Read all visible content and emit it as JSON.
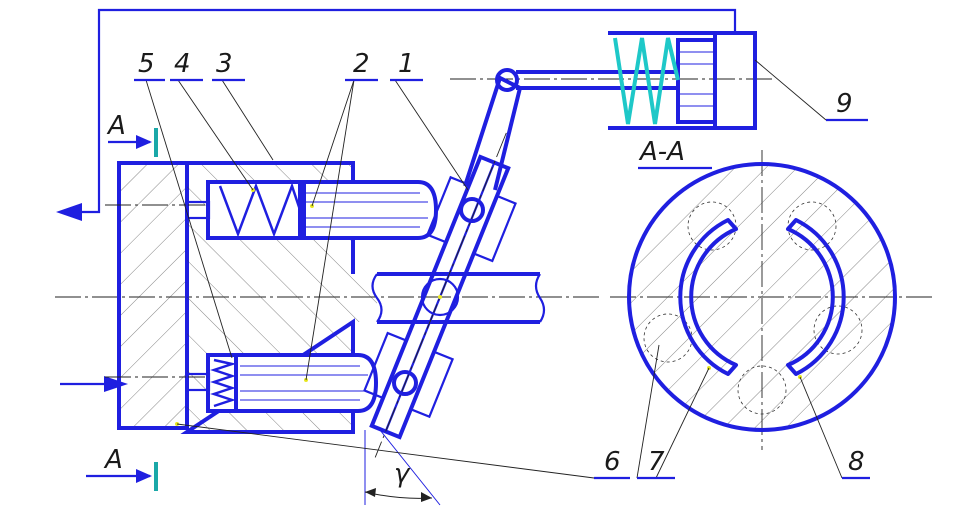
{
  "labels": {
    "l1": "1",
    "l2": "2",
    "l3": "3",
    "l4": "4",
    "l5": "5",
    "l6": "6",
    "l7": "7",
    "l8": "8",
    "l9": "9"
  },
  "section": {
    "marker_top": "A",
    "marker_bottom": "A",
    "view_title": "A-A"
  },
  "angle_symbol": "γ",
  "colors": {
    "outline": "#1f1fe0",
    "spring_accent": "#1ec8c8",
    "hatch": "#333333",
    "axis": "#222222"
  }
}
